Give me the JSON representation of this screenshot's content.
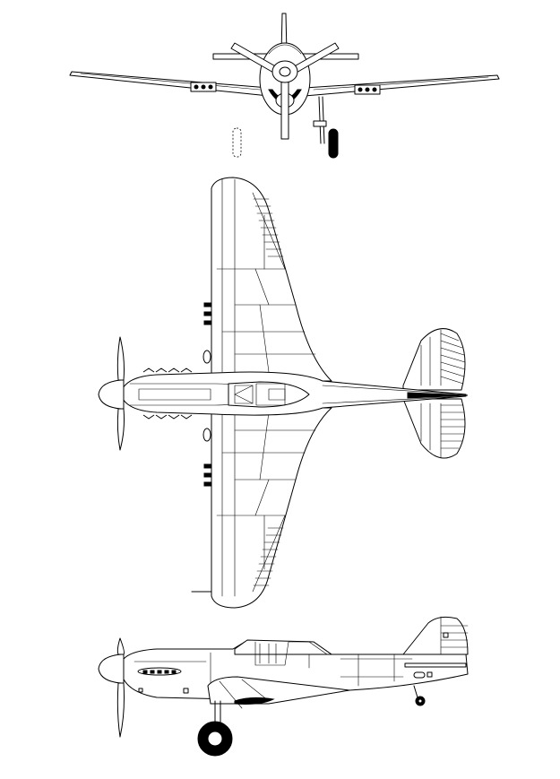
{
  "views": [
    {
      "id": "front",
      "label": ""
    },
    {
      "id": "top",
      "label": ""
    },
    {
      "id": "side",
      "label": ""
    }
  ],
  "colors": {
    "line": "#000000",
    "background": "#ffffff"
  },
  "icons": [
    "propeller-icon",
    "wheel-icon"
  ]
}
